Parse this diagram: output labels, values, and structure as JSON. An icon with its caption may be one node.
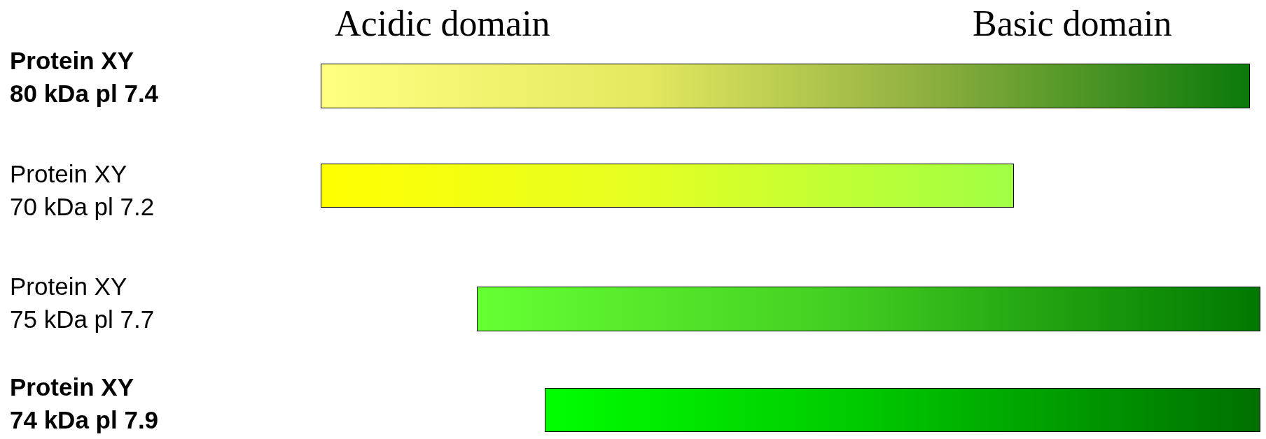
{
  "diagram": {
    "nodes": [
      {
        "text": [],
        "shape": "bar",
        "beside": [
          "Protein XY",
          "80 kDa pl 7.4"
        ]
      },
      {
        "text": [],
        "shape": "bar",
        "beside": [
          "Protein XY",
          "70 kDa pl 7.2"
        ]
      },
      {
        "text": [],
        "shape": "bar",
        "beside": [
          "Protein XY",
          "75 kDa pl 7.7"
        ]
      },
      {
        "text": [],
        "shape": "bar",
        "beside": [
          "Protein XY",
          "74 kDa pl 7.9"
        ]
      }
    ],
    "labels": [
      "Acidic domain",
      "Basic domain"
    ]
  }
}
